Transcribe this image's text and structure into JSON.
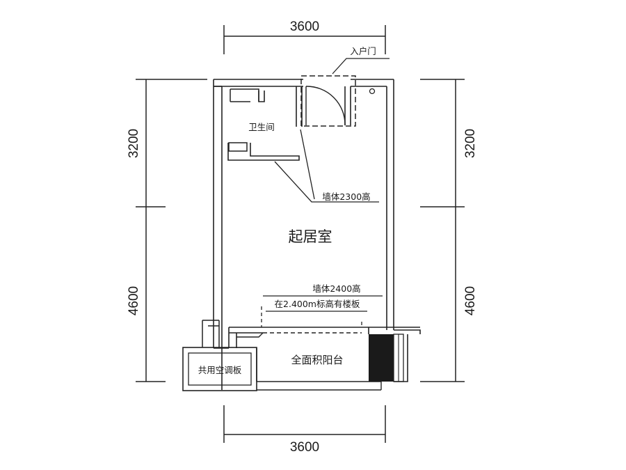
{
  "dimensions": {
    "top_width": "3600",
    "bottom_width": "3600",
    "left_upper": "3200",
    "left_lower": "4600",
    "right_upper": "3200",
    "right_lower": "4600"
  },
  "rooms": {
    "entry_door": "入户门",
    "bathroom": "卫生间",
    "wall_note_1": "墙体2300高",
    "living_room": "起居室",
    "wall_note_2": "墙体2400高",
    "floor_note": "在2.400m标高有楼板",
    "balcony": "全面积阳台",
    "ac_panel": "共用空调板"
  },
  "colors": {
    "line": "#222222",
    "fill_dark": "#1a1a1a",
    "background": "#ffffff"
  }
}
